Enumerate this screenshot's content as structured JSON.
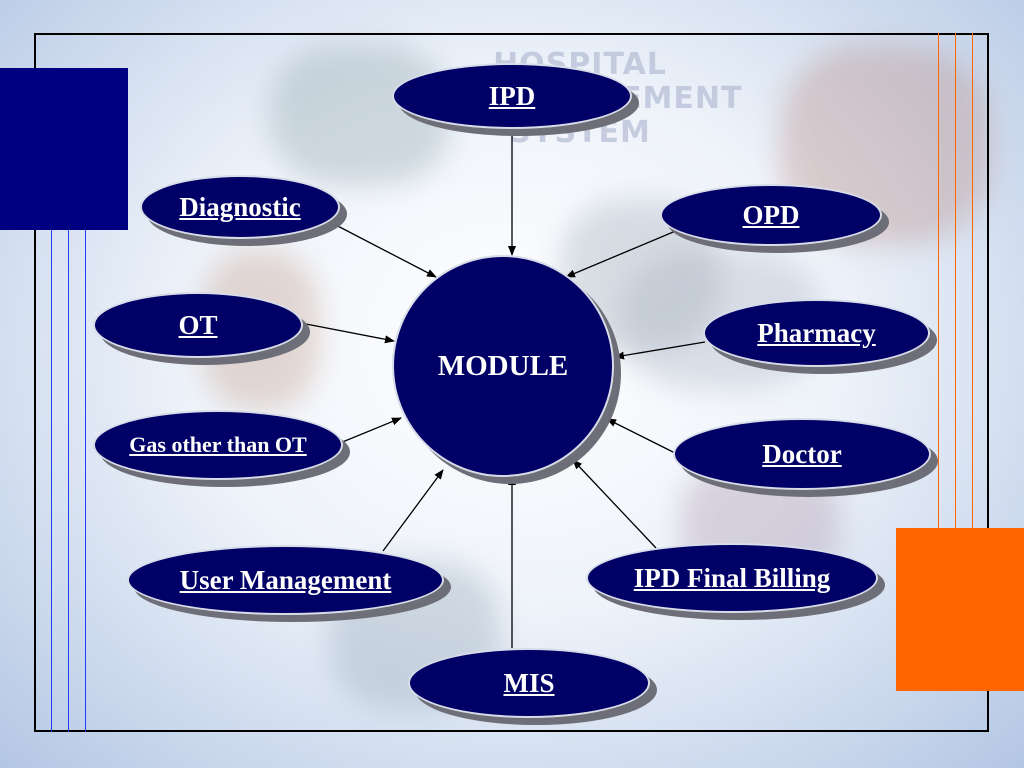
{
  "watermark": {
    "line1": "HOSPITAL",
    "line2": "MANAGEMENT",
    "line3": "SYSTEM"
  },
  "center": {
    "label": "MODULE"
  },
  "modules": {
    "ipd": "IPD",
    "diagnostic": "Diagnostic",
    "opd": "OPD",
    "ot": "OT",
    "pharmacy": "Pharmacy",
    "gas": "Gas other than OT",
    "doctor": "Doctor",
    "user_management": "User Management",
    "ipd_final_billing": "IPD Final Billing",
    "mis": "MIS"
  },
  "colors": {
    "node_fill": "#000066",
    "accent_blue": "#000080",
    "accent_orange": "#ff6600"
  }
}
